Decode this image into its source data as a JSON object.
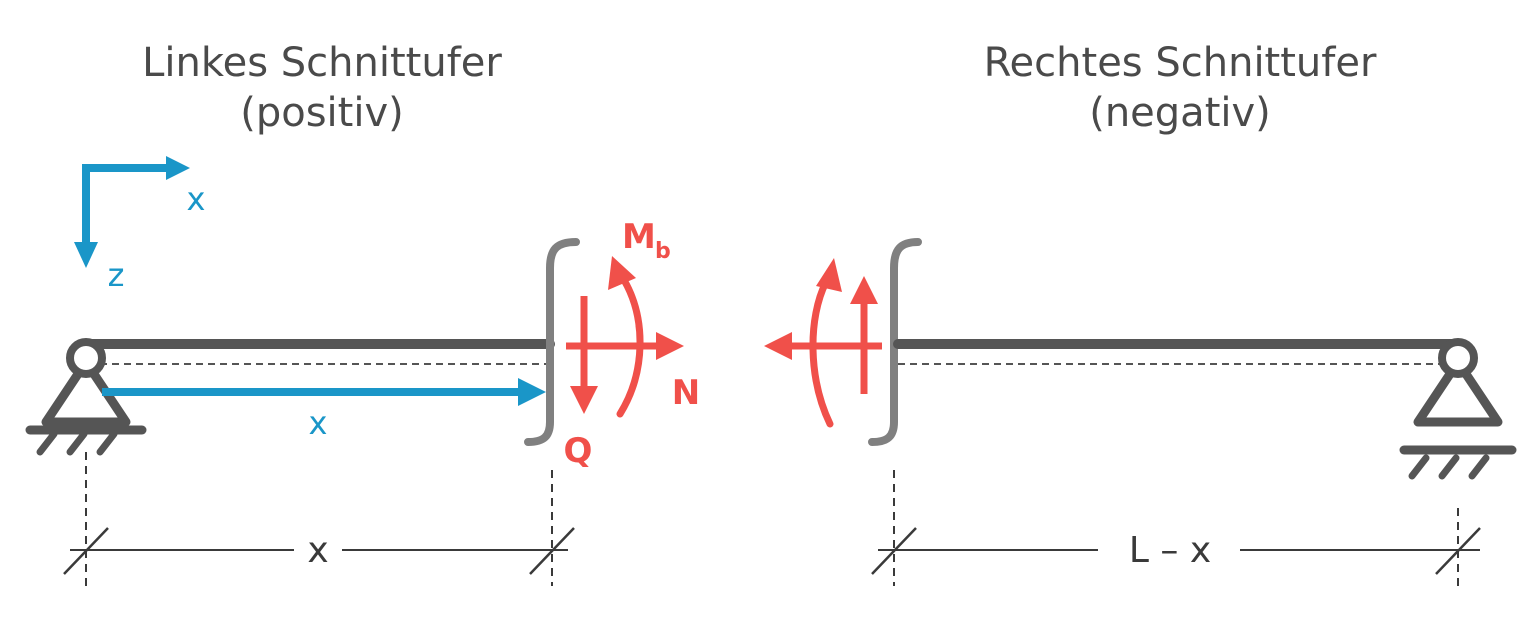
{
  "left": {
    "title_line1": "Linkes Schnittufer",
    "title_line2": "(positiv)",
    "axis_x": "x",
    "axis_z": "z",
    "position_label": "x",
    "dim_label": "x",
    "moment_label": "M",
    "moment_sub": "b",
    "normal_label": "N",
    "shear_label": "Q"
  },
  "right": {
    "title_line1": "Rechtes Schnittufer",
    "title_line2": "(negativ)",
    "dim_label": "L – x"
  },
  "colors": {
    "beam": "#555555",
    "cut": "#808080",
    "force": "#f0504a",
    "coord": "#1a96c8",
    "dim": "#3a3a3a"
  }
}
